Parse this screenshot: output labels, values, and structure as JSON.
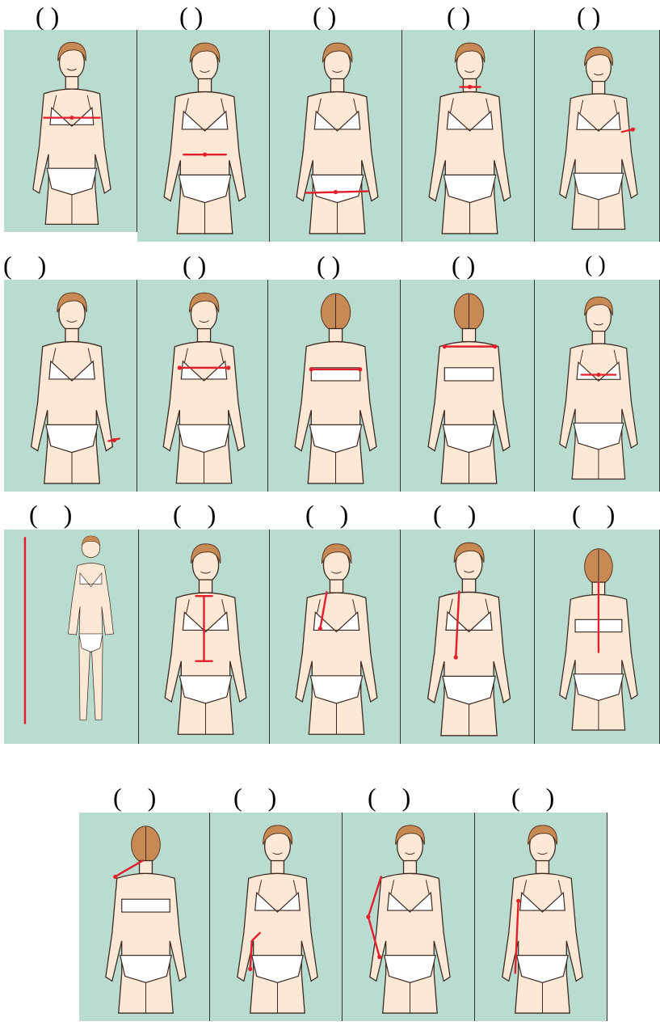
{
  "labels": [
    "( )",
    "( )",
    "( )",
    "( )",
    "( )",
    "(    )",
    "( )",
    "( )",
    "( )",
    "( )",
    "(    )",
    "(    )",
    "(    )",
    "(    )",
    "(    )",
    "(    )",
    "(    )",
    "(    )",
    "(    )"
  ],
  "figures": [
    {
      "view": "front",
      "pose": "torso",
      "measure": "bust"
    },
    {
      "view": "front",
      "pose": "torso",
      "measure": "waist"
    },
    {
      "view": "front",
      "pose": "torso",
      "measure": "hip"
    },
    {
      "view": "front",
      "pose": "torso",
      "measure": "neck"
    },
    {
      "view": "front",
      "pose": "torso",
      "measure": "upper-arm"
    },
    {
      "view": "front",
      "pose": "torso",
      "measure": "wrist"
    },
    {
      "view": "front",
      "pose": "torso",
      "measure": "front-width"
    },
    {
      "view": "back",
      "pose": "torso",
      "measure": "back-width"
    },
    {
      "view": "back",
      "pose": "torso",
      "measure": "shoulder-width"
    },
    {
      "view": "front",
      "pose": "torso",
      "measure": "under-bust"
    },
    {
      "view": "front",
      "pose": "full",
      "measure": "height"
    },
    {
      "view": "front",
      "pose": "torso",
      "measure": "front-length"
    },
    {
      "view": "front",
      "pose": "torso",
      "measure": "shoulder-to-bust"
    },
    {
      "view": "front",
      "pose": "torso",
      "measure": "shoulder-to-waist"
    },
    {
      "view": "back",
      "pose": "torso",
      "measure": "back-length"
    },
    {
      "view": "back",
      "pose": "torso",
      "measure": "shoulder-line"
    },
    {
      "view": "front",
      "pose": "torso",
      "measure": "side-waist-hip"
    },
    {
      "view": "front",
      "pose": "torso",
      "measure": "arm-length"
    },
    {
      "view": "front",
      "pose": "torso",
      "measure": "side-length"
    }
  ],
  "colors": {
    "panel": "#b9dbd0",
    "skin": "#fde8d6",
    "measure": "#e21f2a",
    "hair": "#c88a55"
  }
}
